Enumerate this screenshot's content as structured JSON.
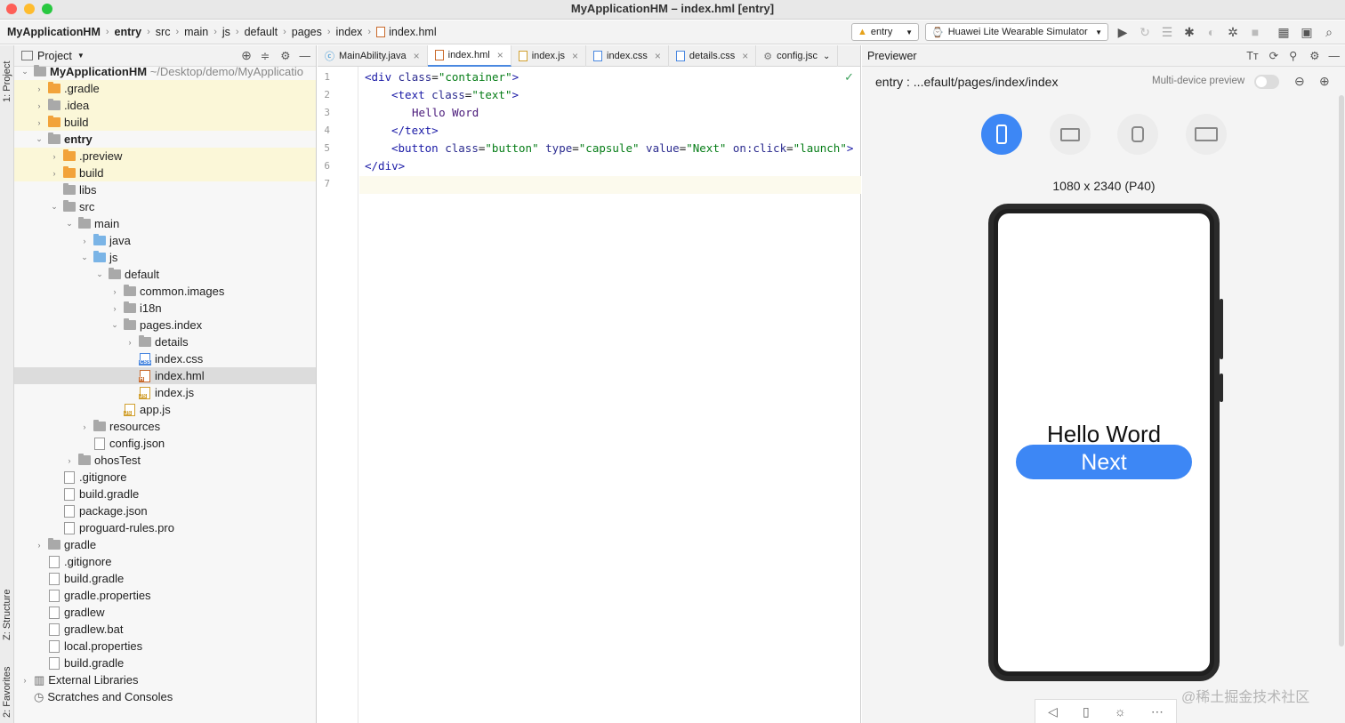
{
  "window": {
    "title": "MyApplicationHM – index.hml [entry]"
  },
  "breadcrumb": [
    "MyApplicationHM",
    "entry",
    "src",
    "main",
    "js",
    "default",
    "pages",
    "index",
    "index.hml"
  ],
  "toolbar": {
    "module": "entry",
    "device": "Huawei Lite Wearable Simulator"
  },
  "sidebar_tabs": {
    "project": "1: Project",
    "structure": "Z: Structure",
    "favorites": "2: Favorites"
  },
  "project_panel": {
    "title": "Project",
    "root_name": "MyApplicationHM",
    "root_path": "~/Desktop/demo/MyApplicatio",
    "items": [
      ".gradle",
      ".idea",
      "build",
      "entry",
      ".preview",
      "build",
      "libs",
      "src",
      "main",
      "java",
      "js",
      "default",
      "common.images",
      "i18n",
      "pages.index",
      "details",
      "index.css",
      "index.hml",
      "index.js",
      "app.js",
      "resources",
      "config.json",
      "ohosTest",
      ".gitignore",
      "build.gradle",
      "package.json",
      "proguard-rules.pro",
      "gradle",
      ".gitignore",
      "build.gradle",
      "gradle.properties",
      "gradlew",
      "gradlew.bat",
      "local.properties",
      "External Libraries",
      "Scratches and Consoles"
    ]
  },
  "editor": {
    "tabs": [
      "MainAbility.java",
      "index.hml",
      "index.js",
      "index.css",
      "details.css",
      "config.jsc"
    ],
    "active_tab": "index.hml",
    "line_numbers": [
      "1",
      "2",
      "3",
      "4",
      "5",
      "6",
      "7"
    ],
    "code": {
      "l1_open": "<div ",
      "l1_attr": "class",
      "l1_eq": "=",
      "l1_val": "\"container\"",
      "l1_close": ">",
      "l2_open": "<text ",
      "l2_attr": "class",
      "l2_eq": "=",
      "l2_val": "\"text\"",
      "l2_close": ">",
      "l3_text": "Hello Word",
      "l4": "</text>",
      "l5_open": "<button ",
      "l5_a1": "class",
      "l5_v1": "\"button\"",
      "l5_a2": "type",
      "l5_v2": "\"capsule\"",
      "l5_a3": "value",
      "l5_v3": "\"Next\"",
      "l5_a4": "on:click",
      "l5_v4": "\"launch\"",
      "l5_close": ">",
      "l6": "</div>"
    }
  },
  "previewer": {
    "title": "Previewer",
    "path": "entry : ...efault/pages/index/index",
    "multi_device": "Multi-device preview",
    "resolution": "1080 x 2340 (P40)",
    "app_text": "Hello Word",
    "app_button": "Next"
  },
  "watermark": "@稀土掘金技术社区",
  "colors": {
    "accent": "#3d87f5",
    "folder": "#f2a33a",
    "folder_gray": "#a9a9a9"
  }
}
